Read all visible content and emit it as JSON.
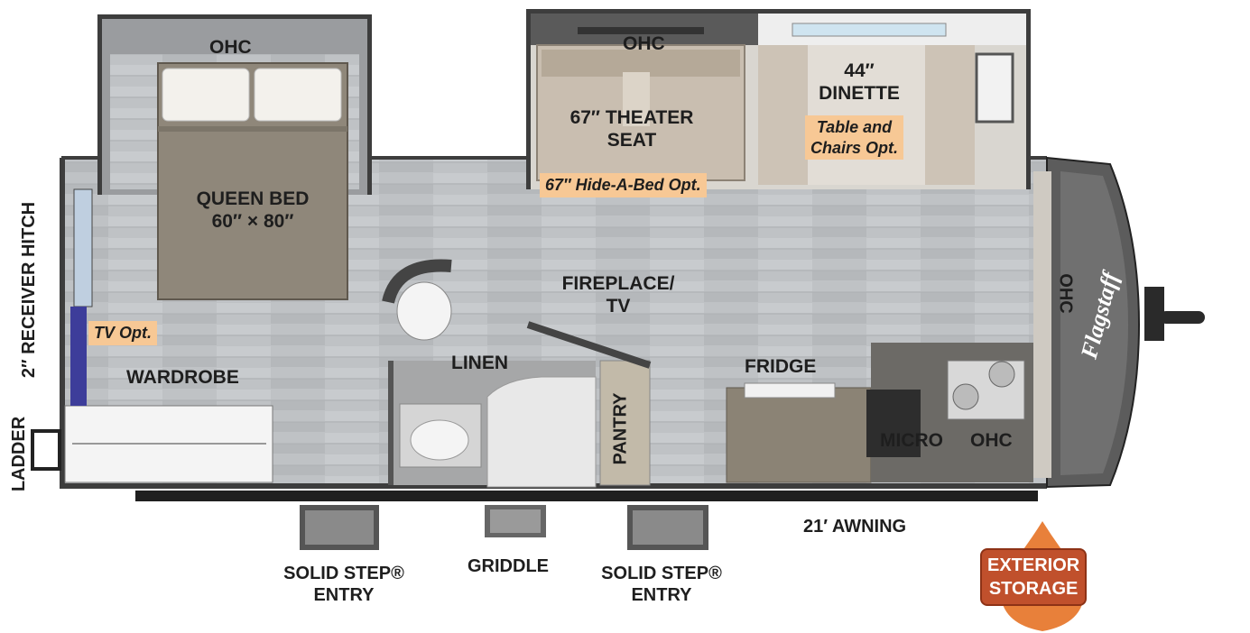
{
  "labels": {
    "ohc": "OHC",
    "dinette": "44″\nDINETTE",
    "theater_seat": "67″ THEATER\nSEAT",
    "queen_bed": "QUEEN BED\n60″ × 80″",
    "fireplace": "FIREPLACE/\nTV",
    "linen": "LINEN",
    "pantry": "PANTRY",
    "fridge": "FRIDGE",
    "micro": "MICRO",
    "wardrobe": "WARDROBE",
    "receiver_hitch": "2″ RECEIVER HITCH",
    "ladder": "LADDER",
    "awning": "21′ AWNING",
    "griddle": "GRIDDLE",
    "solid_step_entry": "SOLID STEP® \nENTRY",
    "exterior_storage": "EXTERIOR\nSTORAGE",
    "brand": "Flagstaff"
  },
  "options": {
    "table_chairs": "Table and\nChairs Opt.",
    "hide_a_bed": "67″ Hide-A-Bed Opt.",
    "tv": "TV Opt."
  },
  "colors": {
    "floor": "#bfc2c5",
    "wall": "#4a4a4a",
    "option_fill": "#f7c895",
    "storage_badge": "#c0502c",
    "storage_drop": "#e8803a"
  }
}
